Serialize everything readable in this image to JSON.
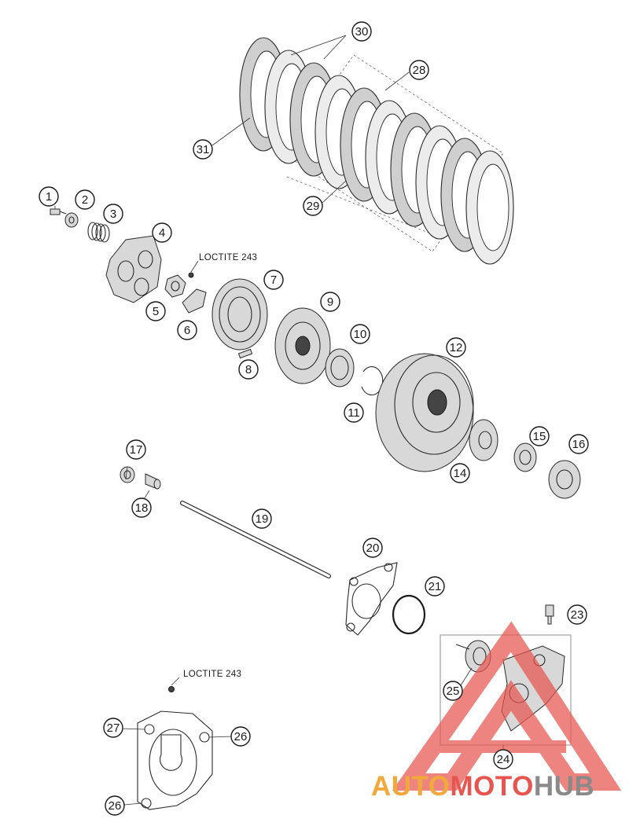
{
  "callouts": [
    {
      "id": "c1",
      "label": "1"
    },
    {
      "id": "c2",
      "label": "2"
    },
    {
      "id": "c3",
      "label": "3"
    },
    {
      "id": "c4",
      "label": "4"
    },
    {
      "id": "c5",
      "label": "5"
    },
    {
      "id": "c6",
      "label": "6"
    },
    {
      "id": "c7",
      "label": "7"
    },
    {
      "id": "c8",
      "label": "8"
    },
    {
      "id": "c9",
      "label": "9"
    },
    {
      "id": "c10",
      "label": "10"
    },
    {
      "id": "c11",
      "label": "11"
    },
    {
      "id": "c12",
      "label": "12"
    },
    {
      "id": "c14",
      "label": "14"
    },
    {
      "id": "c15",
      "label": "15"
    },
    {
      "id": "c16",
      "label": "16"
    },
    {
      "id": "c17",
      "label": "17"
    },
    {
      "id": "c18",
      "label": "18"
    },
    {
      "id": "c19",
      "label": "19"
    },
    {
      "id": "c20",
      "label": "20"
    },
    {
      "id": "c21",
      "label": "21"
    },
    {
      "id": "c23",
      "label": "23"
    },
    {
      "id": "c24",
      "label": "24"
    },
    {
      "id": "c25",
      "label": "25"
    },
    {
      "id": "c26a",
      "label": "26"
    },
    {
      "id": "c26b",
      "label": "26"
    },
    {
      "id": "c27",
      "label": "27"
    },
    {
      "id": "c28",
      "label": "28"
    },
    {
      "id": "c29",
      "label": "29"
    },
    {
      "id": "c30",
      "label": "30"
    },
    {
      "id": "c31",
      "label": "31"
    }
  ],
  "notes": {
    "loctite_upper": "LOCTITE 243",
    "loctite_lower": "LOCTITE 243"
  },
  "watermark": {
    "part1": "AUTO",
    "part2": "MOTO",
    "part3": "HUB",
    "color_orange": "#f2a93b",
    "color_red": "#e8554e",
    "color_gray": "#8a8a8a"
  }
}
